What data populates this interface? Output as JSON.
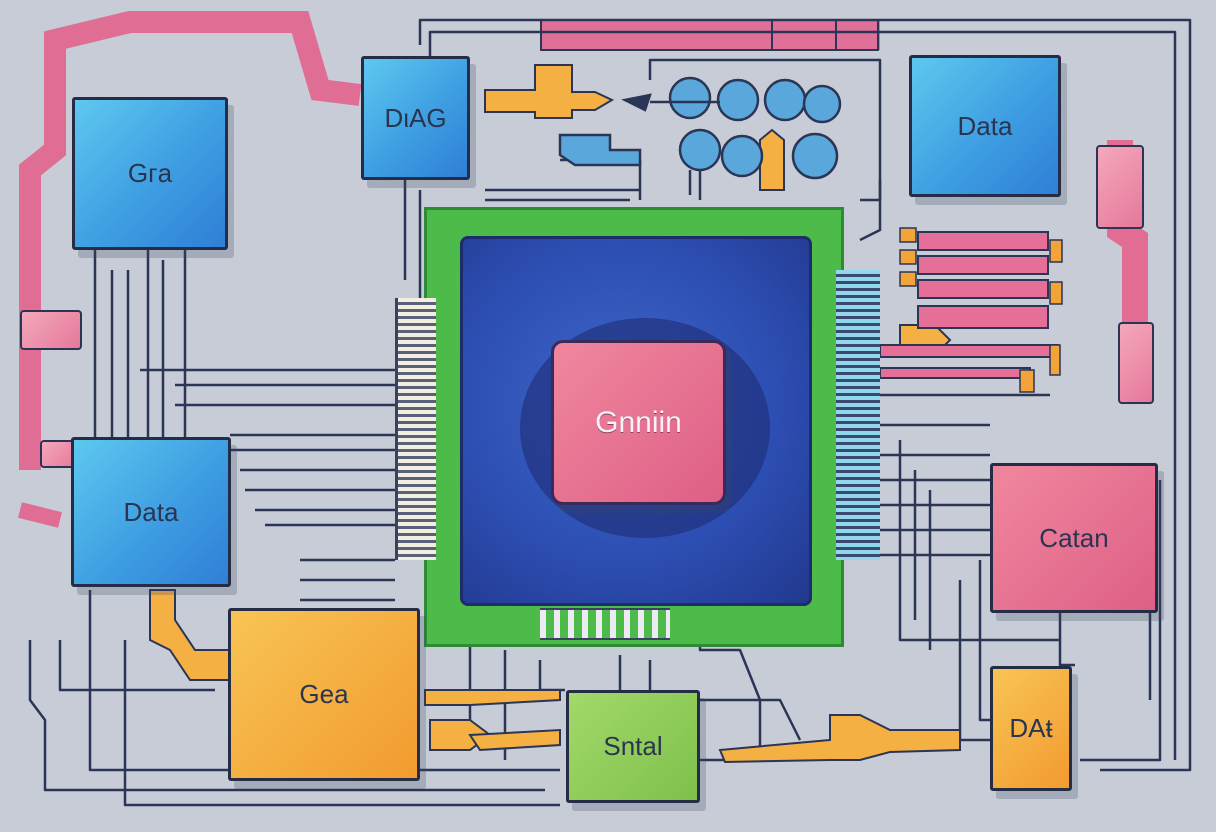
{
  "blocks": {
    "top_left": "Gгa",
    "top_middle": "DιAG",
    "top_right": "Data",
    "left": "Data",
    "core": "Gnniin",
    "right": "Catan",
    "bottom_left": "Gea",
    "bottom_middle": "Sntal",
    "bottom_right": "DAŧ"
  },
  "colors": {
    "blue_block": "#3e9ee2",
    "pink_block": "#de5f86",
    "orange_block": "#f29b2f",
    "green_block": "#7fc04b",
    "chip_board": "#4cbb4a",
    "chip_die": "#2d4fb4",
    "background": "#c7ccd6",
    "wire_dark": "#2b3555",
    "wire_pink": "#e06d93",
    "wire_orange": "#f2a43a"
  }
}
